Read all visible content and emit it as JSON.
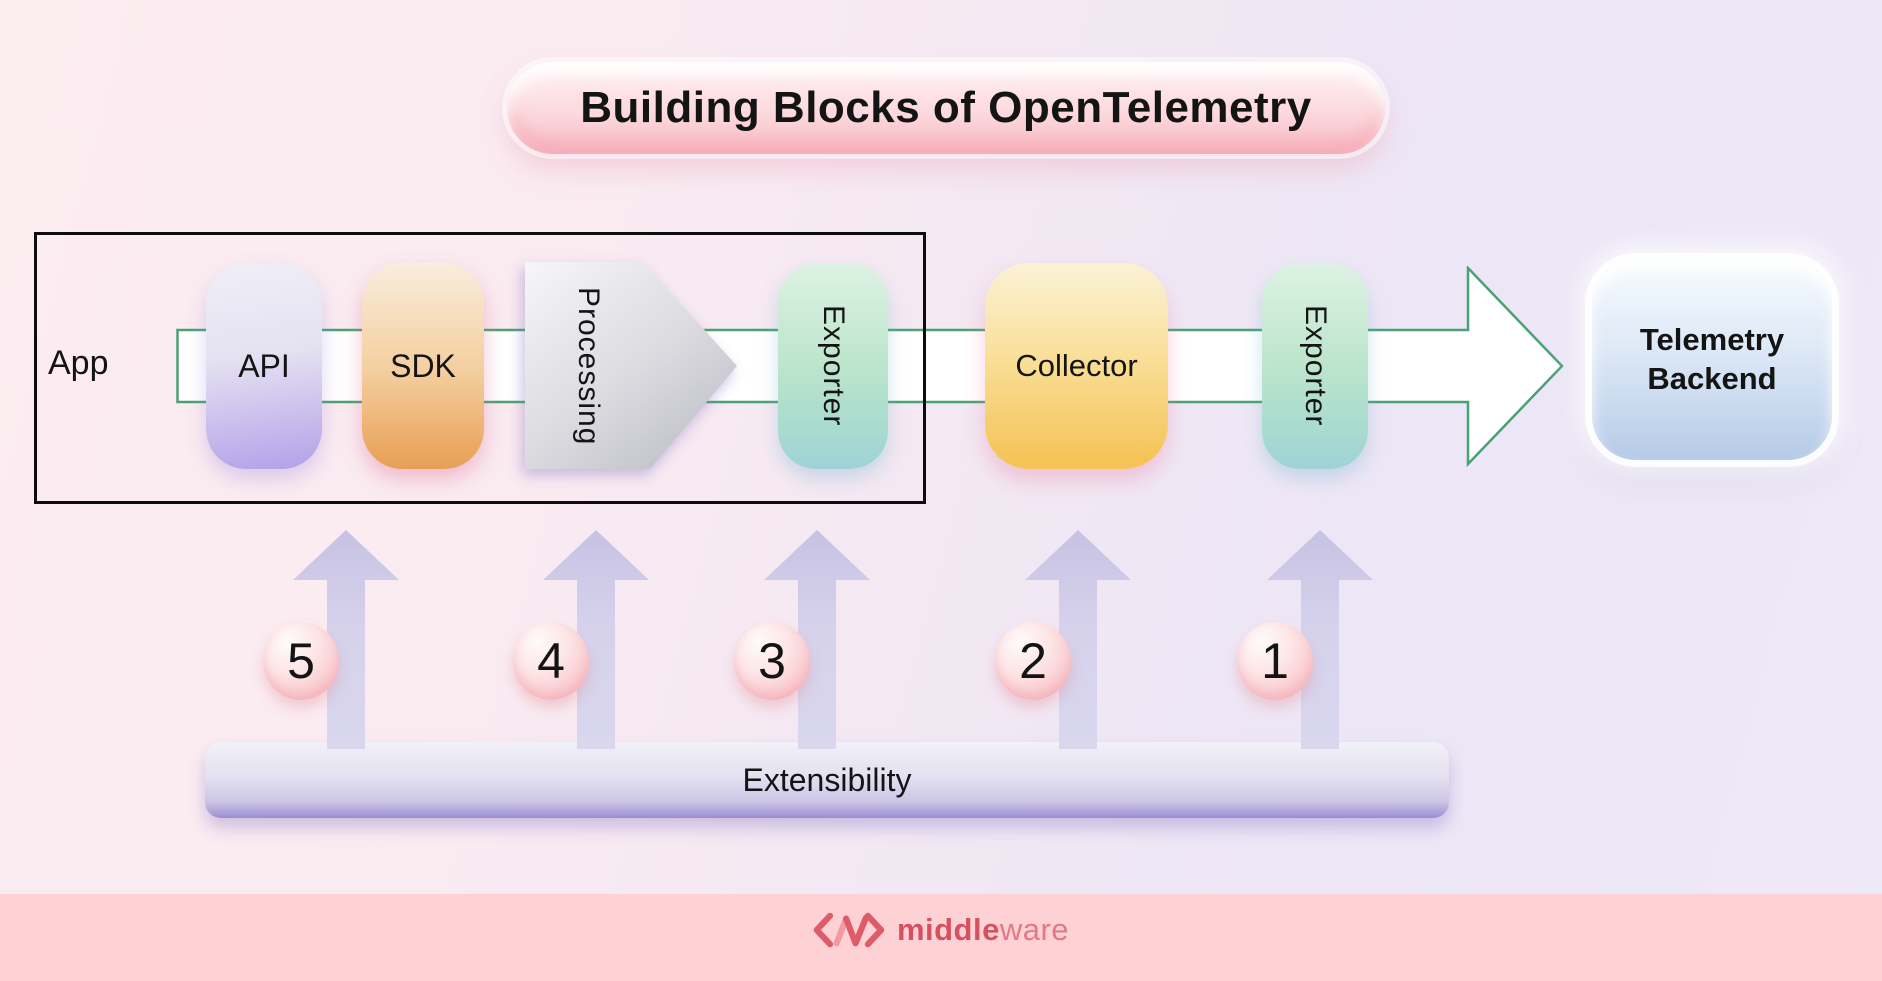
{
  "title": {
    "text": "Building Blocks of OpenTelemetry"
  },
  "blocks": {
    "app": "App",
    "api": "API",
    "sdk": "SDK",
    "processing": "Processing",
    "exporter_app": "Exporter",
    "collector": "Collector",
    "exporter_collector": "Exporter",
    "backend": "Telemetry Backend"
  },
  "extensibility": {
    "label": "Extensibility"
  },
  "arrows": {
    "numbers": [
      "5",
      "4",
      "3",
      "2",
      "1"
    ]
  },
  "footer": {
    "logo_mark": "angle-brackets-zigzag-logomark",
    "brand_bold": "middle",
    "brand_light": "ware"
  },
  "colors": {
    "background_left": "#fcedf1",
    "background_right": "#ece6f6",
    "flow_arrow_outline_green": "#4aa173",
    "app_box_border": "#0d0d0d",
    "title_pill_pink": "#f8bcc6",
    "block_api_purple": "#b3a1e8",
    "block_sdk_orange": "#e5a058",
    "block_processing_gray": "#c3c3cb",
    "block_exporter_mint": "#aadcc6",
    "block_collector_yellow": "#f5c459",
    "block_backend_blue": "#b6cbe8",
    "up_arrow_lavender": "#cdc8e6",
    "number_badge_pink": "#f9c6cb",
    "extensibility_bar_purple": "#a79bd7",
    "footer_band_pink": "#fed2d5",
    "brand_red": "#d4525f"
  }
}
